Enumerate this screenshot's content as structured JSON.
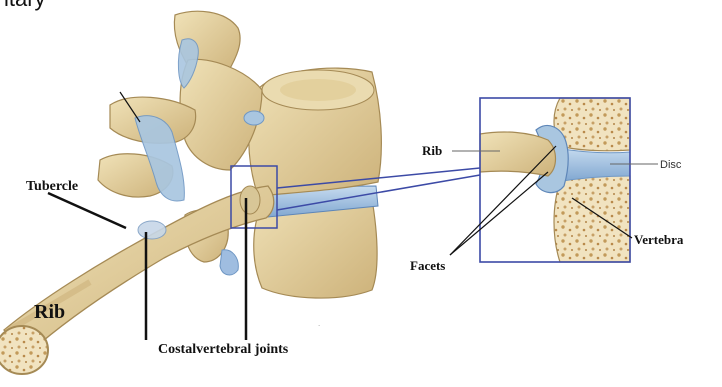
{
  "header": {
    "cut_text": "itary"
  },
  "labels": {
    "tubercle": "Tubercle",
    "rib_main": "Rib",
    "joints": "Costalvertebral joints",
    "rib_inset": "Rib",
    "disc": "Disc",
    "vertebra": "Vertebra",
    "facets": "Facets"
  },
  "colors": {
    "bone": "#e6d4a4",
    "bone_dark": "#b89c64",
    "ligament": "#a9c6e0",
    "disc": "#9fc0e0",
    "zoom_box": "#3c4aa6",
    "marrow": "#c29a5a"
  }
}
